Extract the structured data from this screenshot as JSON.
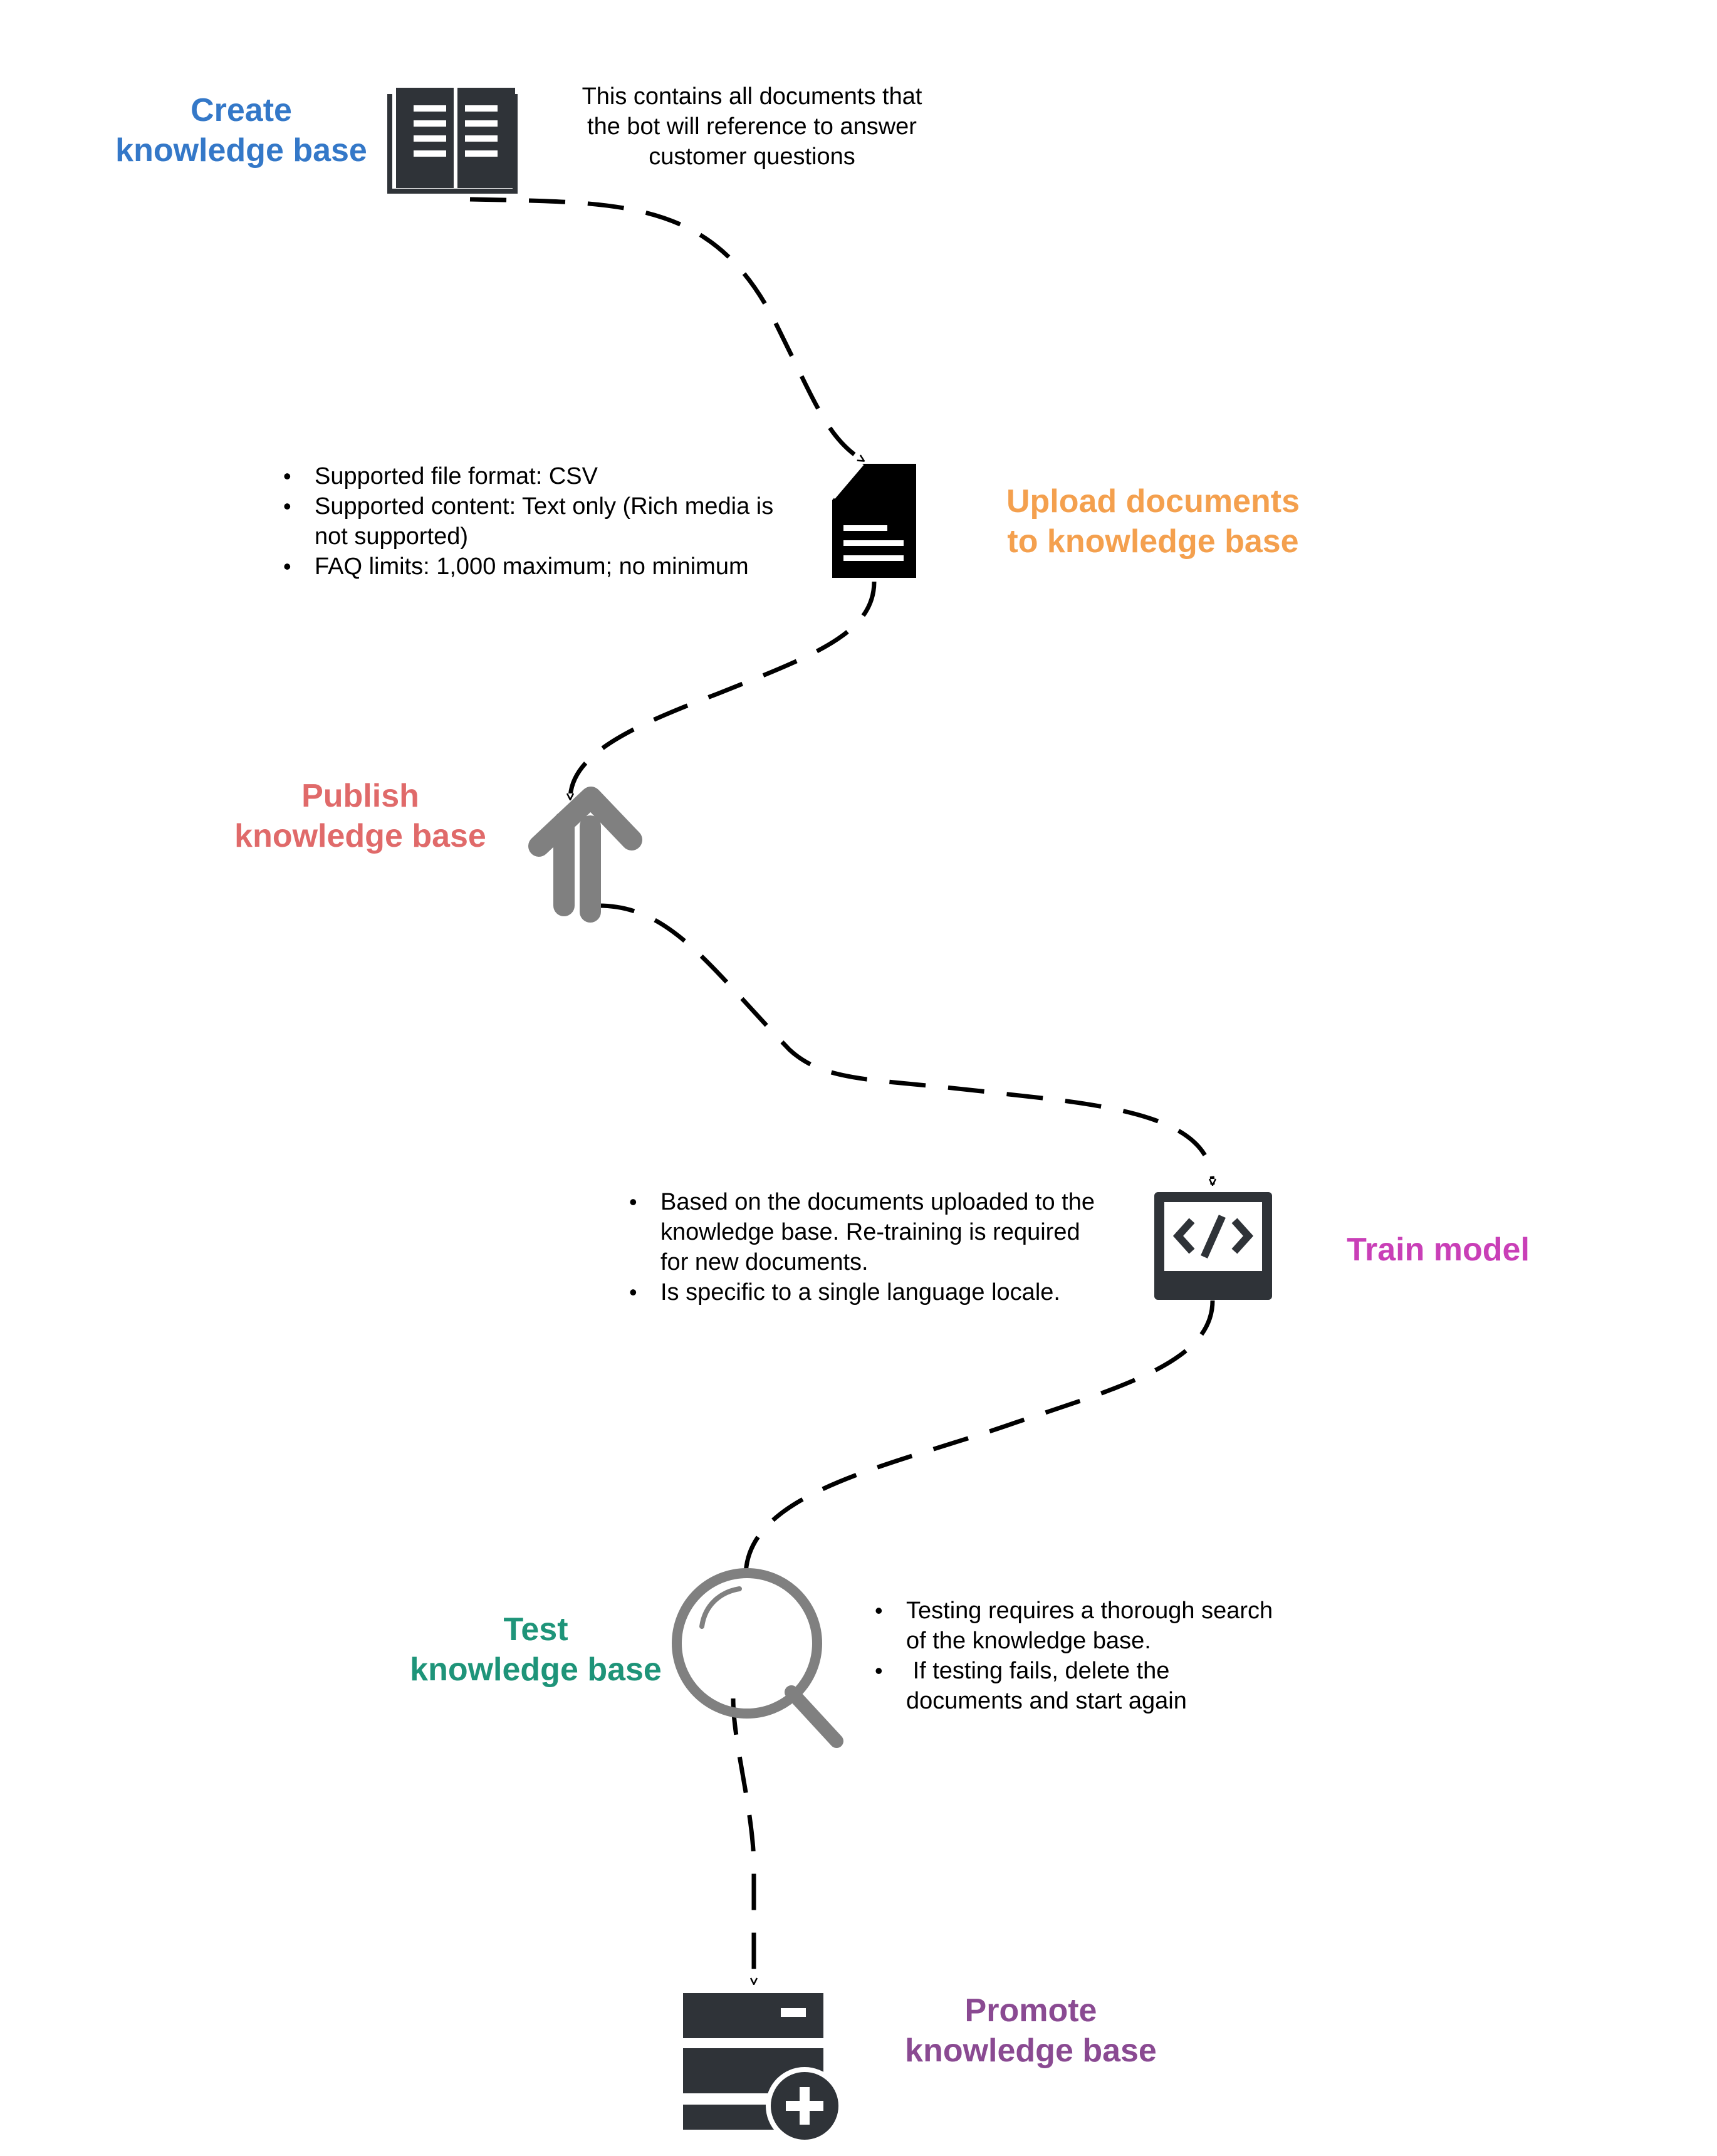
{
  "colors": {
    "create": "#3478C8",
    "upload": "#F4A04E",
    "publish": "#E06A6A",
    "train": "#C93FB7",
    "test": "#1E9479",
    "promote": "#8A4A92",
    "icon_dark": "#2F3338",
    "icon_gray": "#808080"
  },
  "steps": {
    "create": {
      "title": [
        "Create",
        "knowledge base"
      ],
      "icon": "book-icon",
      "description": [
        "This contains all documents that",
        "the bot will reference to answer",
        "customer questions"
      ]
    },
    "upload": {
      "title": [
        "Upload documents",
        "to knowledge base"
      ],
      "icon": "document-icon",
      "notes": [
        "Supported file format: CSV",
        "Supported content: Text only (Rich media is not supported)",
        "FAQ limits: 1,000 maximum; no minimum"
      ]
    },
    "publish": {
      "title": [
        "Publish",
        "knowledge base"
      ],
      "icon": "arrow-up-icon"
    },
    "train": {
      "title": [
        "Train model"
      ],
      "icon": "code-monitor-icon",
      "notes": [
        "Based on the documents uploaded to the knowledge base. Re-training is required for new documents.",
        "Is specific to a single language locale."
      ]
    },
    "test": {
      "title": [
        "Test",
        "knowledge base"
      ],
      "icon": "magnifier-icon",
      "notes": [
        "Testing requires a thorough search of the knowledge base.",
        " If testing fails, delete the documents and start again"
      ]
    },
    "promote": {
      "title": [
        "Promote",
        "knowledge base"
      ],
      "icon": "server-add-icon"
    }
  }
}
